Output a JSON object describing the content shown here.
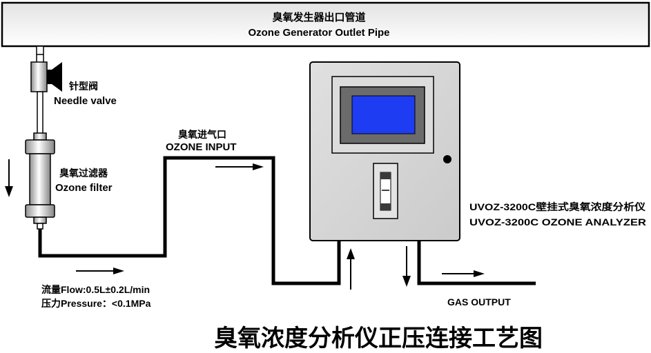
{
  "outlet_pipe": {
    "label_cn": "臭氧发生器出口管道",
    "label_en": "Ozone Generator Outlet Pipe"
  },
  "needle_valve": {
    "label_cn": "针型阀",
    "label_en": "Needle valve"
  },
  "ozone_filter": {
    "label_cn": "臭氧过滤器",
    "label_en": "Ozone filter"
  },
  "ozone_input": {
    "label_cn": "臭氧进气口",
    "label_en": "OZONE INPUT"
  },
  "flow_spec": {
    "flow": "流量Flow:0.5L±0.2L/min",
    "pressure": "压力Pressure：<0.1MPa"
  },
  "analyzer": {
    "label_cn": "UVOZ-3200C壁挂式臭氧浓度分析仪",
    "label_en": "UVOZ-3200C OZONE ANALYZER",
    "screen_color": "#1e3cf2"
  },
  "gas_output": {
    "label": "GAS OUTPUT"
  },
  "title": "臭氧浓度分析仪正压连接工艺图",
  "colors": {
    "pipe": "#000000",
    "housing": "#d4d4d4",
    "screen_bezel": "#6b6b6b"
  }
}
